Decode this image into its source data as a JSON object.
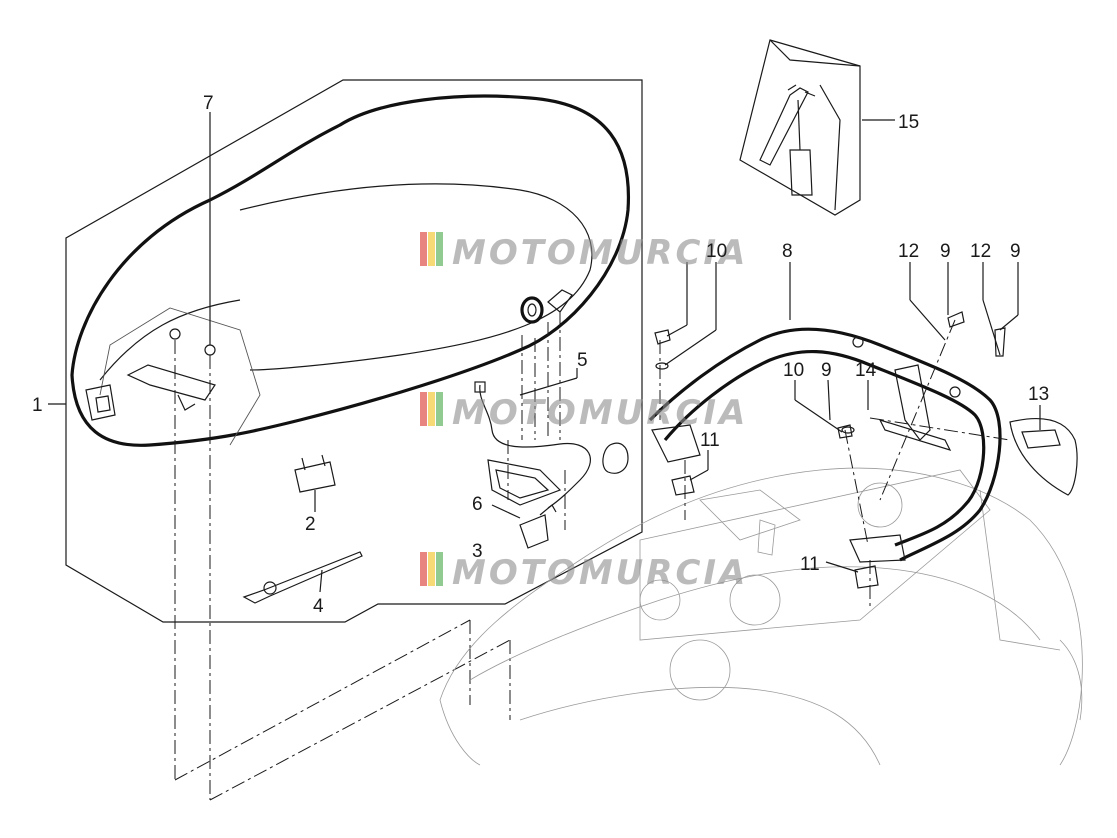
{
  "diagram": {
    "part_labels": [
      "1",
      "2",
      "3",
      "4",
      "5",
      "6",
      "7",
      "8",
      "9",
      "10",
      "11",
      "12",
      "13",
      "14",
      "15"
    ],
    "callouts": {
      "c1": "1",
      "c2": "2",
      "c3": "3",
      "c4": "4",
      "c5": "5",
      "c6": "6",
      "c7": "7",
      "c8": "8",
      "c9a": "9",
      "c9b": "9",
      "c9c": "9",
      "c10a": "10",
      "c10b": "10",
      "c11a": "11",
      "c11b": "11",
      "c12a": "12",
      "c12b": "12",
      "c13": "13",
      "c14": "14",
      "c15": "15"
    },
    "watermark": "MOTOMURCIA",
    "colors": {
      "line": "#1a1a1a",
      "watermark_gray": "#8e8e8e",
      "watermark_red": "#d9342b",
      "watermark_yellow": "#f2c21b",
      "watermark_green": "#4aa84a"
    }
  }
}
